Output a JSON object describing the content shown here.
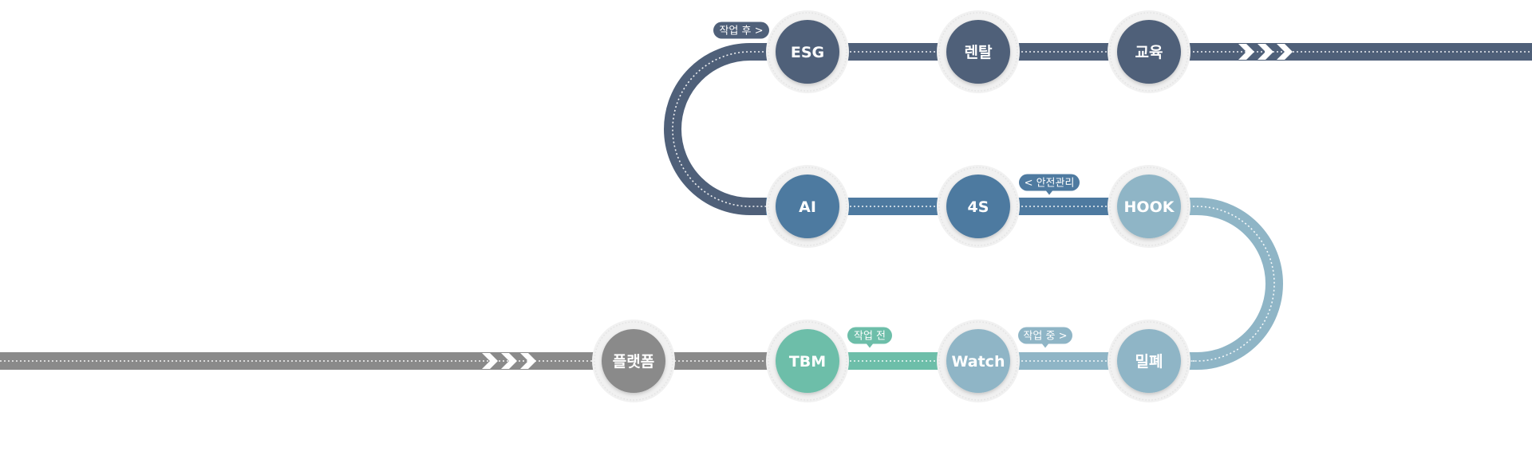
{
  "colors": {
    "dark": "#4f6079",
    "mid": "#4e7aa0",
    "light": "#8fb5c6",
    "green": "#6dbea9",
    "gray": "#8a8a8a"
  },
  "nodes": [
    {
      "id": "esg",
      "label": "ESG",
      "color": "#4f6079"
    },
    {
      "id": "rental",
      "label": "렌탈",
      "color": "#4f6079"
    },
    {
      "id": "education",
      "label": "교육",
      "color": "#4f6079"
    },
    {
      "id": "ai",
      "label": "AI",
      "color": "#4e7aa0"
    },
    {
      "id": "4s",
      "label": "4S",
      "color": "#4e7aa0"
    },
    {
      "id": "hook",
      "label": "HOOK",
      "color": "#8fb5c6"
    },
    {
      "id": "platform",
      "label": "플랫폼",
      "color": "#8a8a8a"
    },
    {
      "id": "tbm",
      "label": "TBM",
      "color": "#6dbea9"
    },
    {
      "id": "watch",
      "label": "Watch",
      "color": "#8fb5c6"
    },
    {
      "id": "confined",
      "label": "밀폐",
      "color": "#8fb5c6"
    }
  ],
  "bubbles": [
    {
      "id": "after-work",
      "label": "작업 후 >",
      "color": "#4f6079"
    },
    {
      "id": "safety",
      "label": "< 안전관리",
      "color": "#4e7aa0"
    },
    {
      "id": "before-work",
      "label": "작업 전",
      "color": "#6dbea9"
    },
    {
      "id": "during-work",
      "label": "작업 중 >",
      "color": "#8fb5c6"
    }
  ]
}
